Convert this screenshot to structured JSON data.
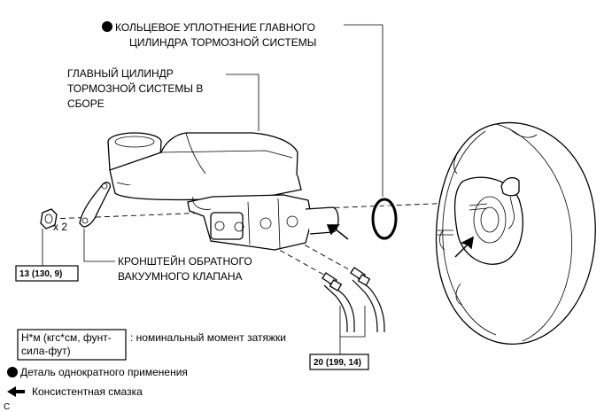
{
  "labels": {
    "o_ring_line1": "КОЛЬЦЕВОЕ УПЛОТНЕНИЕ ГЛАВНОГО",
    "o_ring_line2": "ЦИЛИНДРА ТОРМОЗНОЙ СИСТЕМЫ",
    "master_cyl_line1": "ГЛАВНЫЙ ЦИЛИНДР",
    "master_cyl_line2": "ТОРМОЗНОЙ СИСТЕМЫ В",
    "master_cyl_line3": "СБОРЕ",
    "bracket_line1": "КРОНШТЕЙН ОБРАТНОГО",
    "bracket_line2": "ВАКУУМНОГО КЛАПАНА",
    "qty": "x 2"
  },
  "torque": {
    "nut": "13 (130, 9)",
    "lines": "20 (199, 14)"
  },
  "legend": {
    "unit_line1": "Н*м (кгс*см, фунт-",
    "unit_line2": "сила-фут)",
    "unit_desc": ": номинальный момент затяжки",
    "non_reusable": "Деталь однократного применения",
    "grease": "Консистентная смазка"
  },
  "corner_code": "C"
}
